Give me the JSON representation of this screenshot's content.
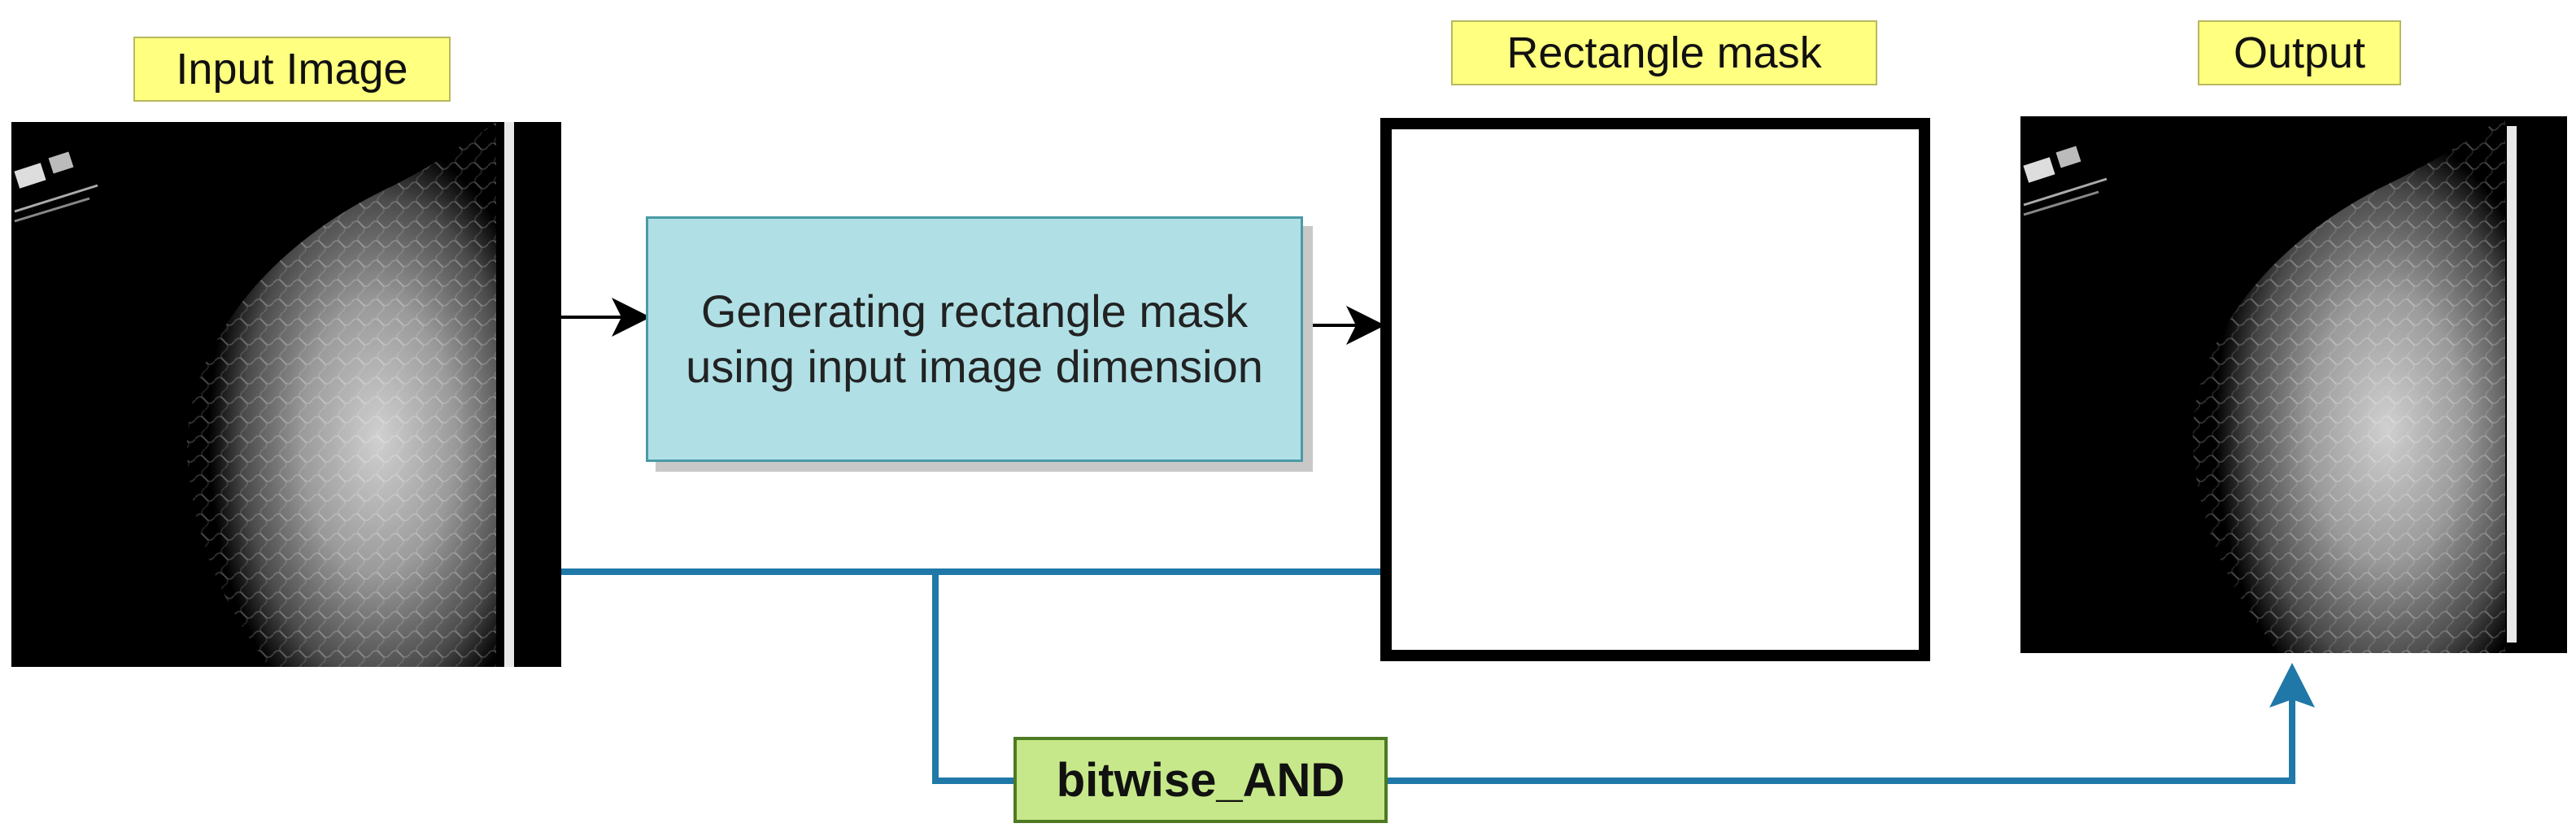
{
  "labels": {
    "input": "Input Image",
    "mask": "Rectangle mask",
    "output": "Output"
  },
  "process": {
    "text": "Generating rectangle mask using input image dimension"
  },
  "operation": {
    "text": "bitwise_AND"
  },
  "colors": {
    "label_bg": "#ffff80",
    "process_bg": "#b0e0e6",
    "operation_bg": "#c6e88a",
    "connector_blue": "#1f78a8"
  }
}
